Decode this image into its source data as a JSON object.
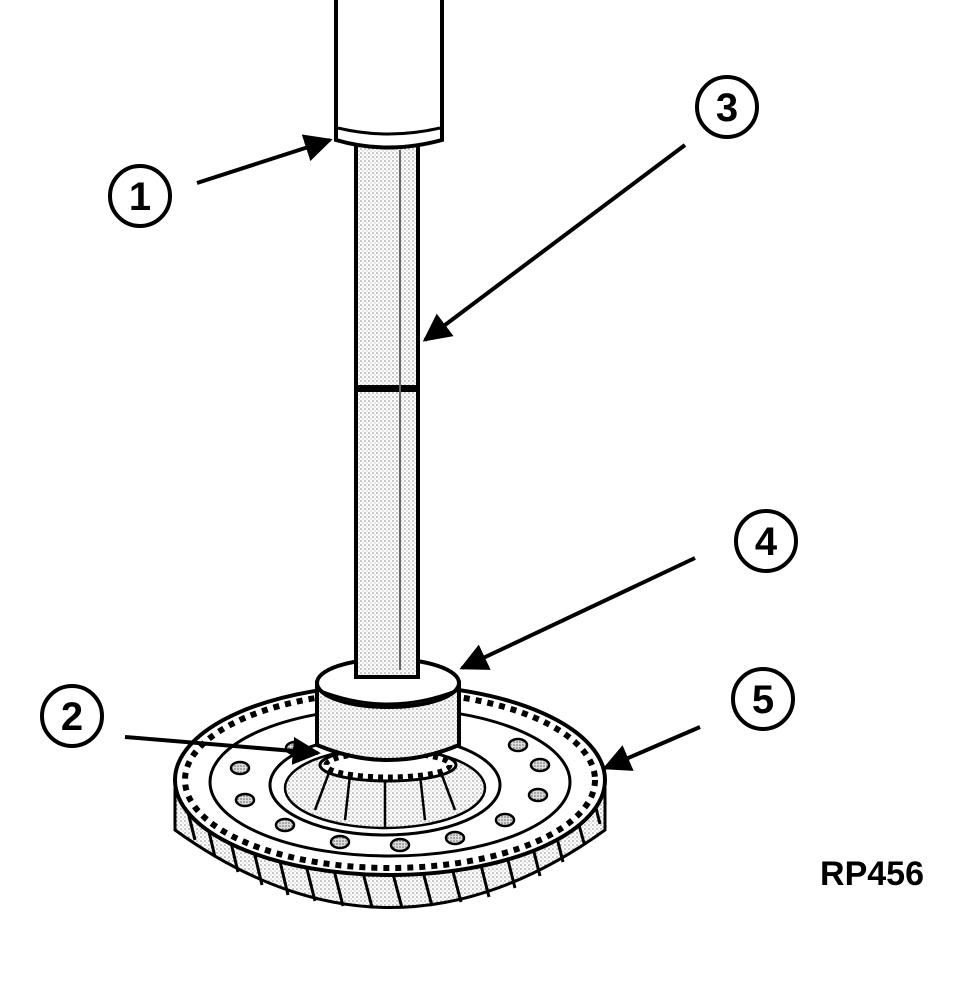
{
  "figure_code": "RP456",
  "callouts": [
    {
      "id": "1",
      "label": "1"
    },
    {
      "id": "2",
      "label": "2"
    },
    {
      "id": "3",
      "label": "3"
    },
    {
      "id": "4",
      "label": "4"
    },
    {
      "id": "5",
      "label": "5"
    }
  ],
  "colors": {
    "ink": "#000000",
    "paper": "#ffffff",
    "shade": "#bdbdbd"
  }
}
